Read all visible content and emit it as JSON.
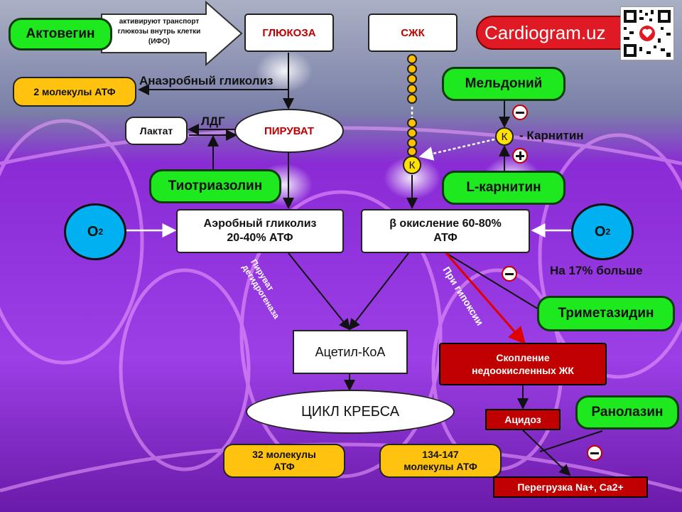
{
  "nodes": {
    "actovegin": "Актовегин",
    "transport_note": "активируют транспорт глюкозы внутрь клетки (ИФО)",
    "glucose": "ГЛЮКОЗА",
    "ffa": "СЖК",
    "brand": "Cardiogram.uz",
    "atp2": "2 молекулы АТФ",
    "anaerobic": "Анаэробный гликолиз",
    "meldonium": "Мельдоний",
    "lactate": "Лактат",
    "ldh": "ЛДГ",
    "pyruvate": "ПИРУВАТ",
    "k": "К",
    "carnitine": "- Карнитин",
    "thiotriazoline": "Тиотриазолин",
    "l_carnitine": "L-карнитин",
    "o2": "O",
    "o2_sub": "2",
    "aerobic": "Аэробный гликолиз 20-40% АТФ",
    "beta_ox": "β окисление 60-80% АТФ",
    "more17": "На 17% больше",
    "pdh": "Пируват дегидрогеназа",
    "hypoxia": "При гипоксии",
    "trimetazidine": "Триметазидин",
    "acetyl_coa": "Ацетил-КоА",
    "accumulation": "Скопление недоокисленных ЖК",
    "krebs": "ЦИКЛ КРЕБСА",
    "acidosis": "Ацидоз",
    "ranolazine": "Ранолазин",
    "atp32": "32 молекулы АТФ",
    "atp134": "134-147 молекулы АТФ",
    "overload": "Перегрузка Na+, Ca2+"
  },
  "colors": {
    "green": "#1ee81e",
    "yellow": "#ffc20e",
    "blue": "#00b0f0",
    "red": "#c00000",
    "background": "#8a2bd6"
  },
  "icons": [
    "qr-code-icon",
    "heart-logo-icon",
    "minus-sign-icon",
    "plus-sign-icon"
  ]
}
